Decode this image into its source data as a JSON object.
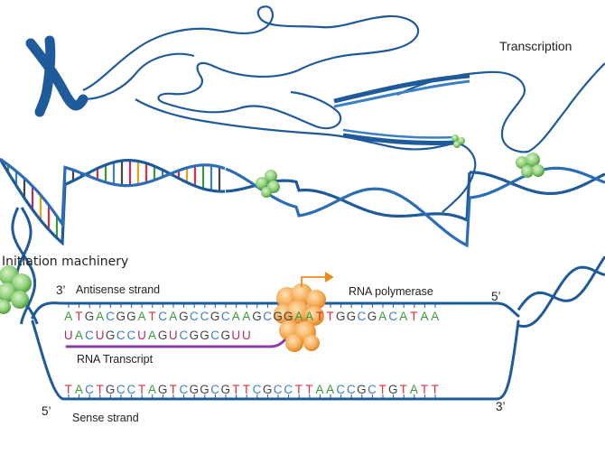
{
  "labels": {
    "title": "Transcription",
    "initiation": "Initiation machinery",
    "antisense": "Antisense strand",
    "rna_polymerase": "RNA polymerase",
    "rna_transcript": "RNA Transcript",
    "sense": "Sense strand",
    "end_3_top": "3’",
    "end_5_top": "5’",
    "end_5_bottom": "5’",
    "end_3_bottom": "3’"
  },
  "sequences": {
    "antisense": "ATGACGGATCAGCCGCAAGCGGAATTGGCGACATAA",
    "rna": "UACUGCCUAGUCGGCGUU",
    "sense": "TACTGCCTAGTCGGCGTTCGCCTTAACCGCTGTATT"
  },
  "colors": {
    "backbone": "#1f5a9a",
    "rna_strand": "#8a3fa6",
    "polymerase": "#f6a34a",
    "initiation_factor": "#7cc46a",
    "arrow": "#f08a1c",
    "base_A": "#3a9a3a",
    "base_T": "#d9303a",
    "base_G": "#444444",
    "base_C": "#3b7fc4",
    "base_U": "#b62d62"
  }
}
